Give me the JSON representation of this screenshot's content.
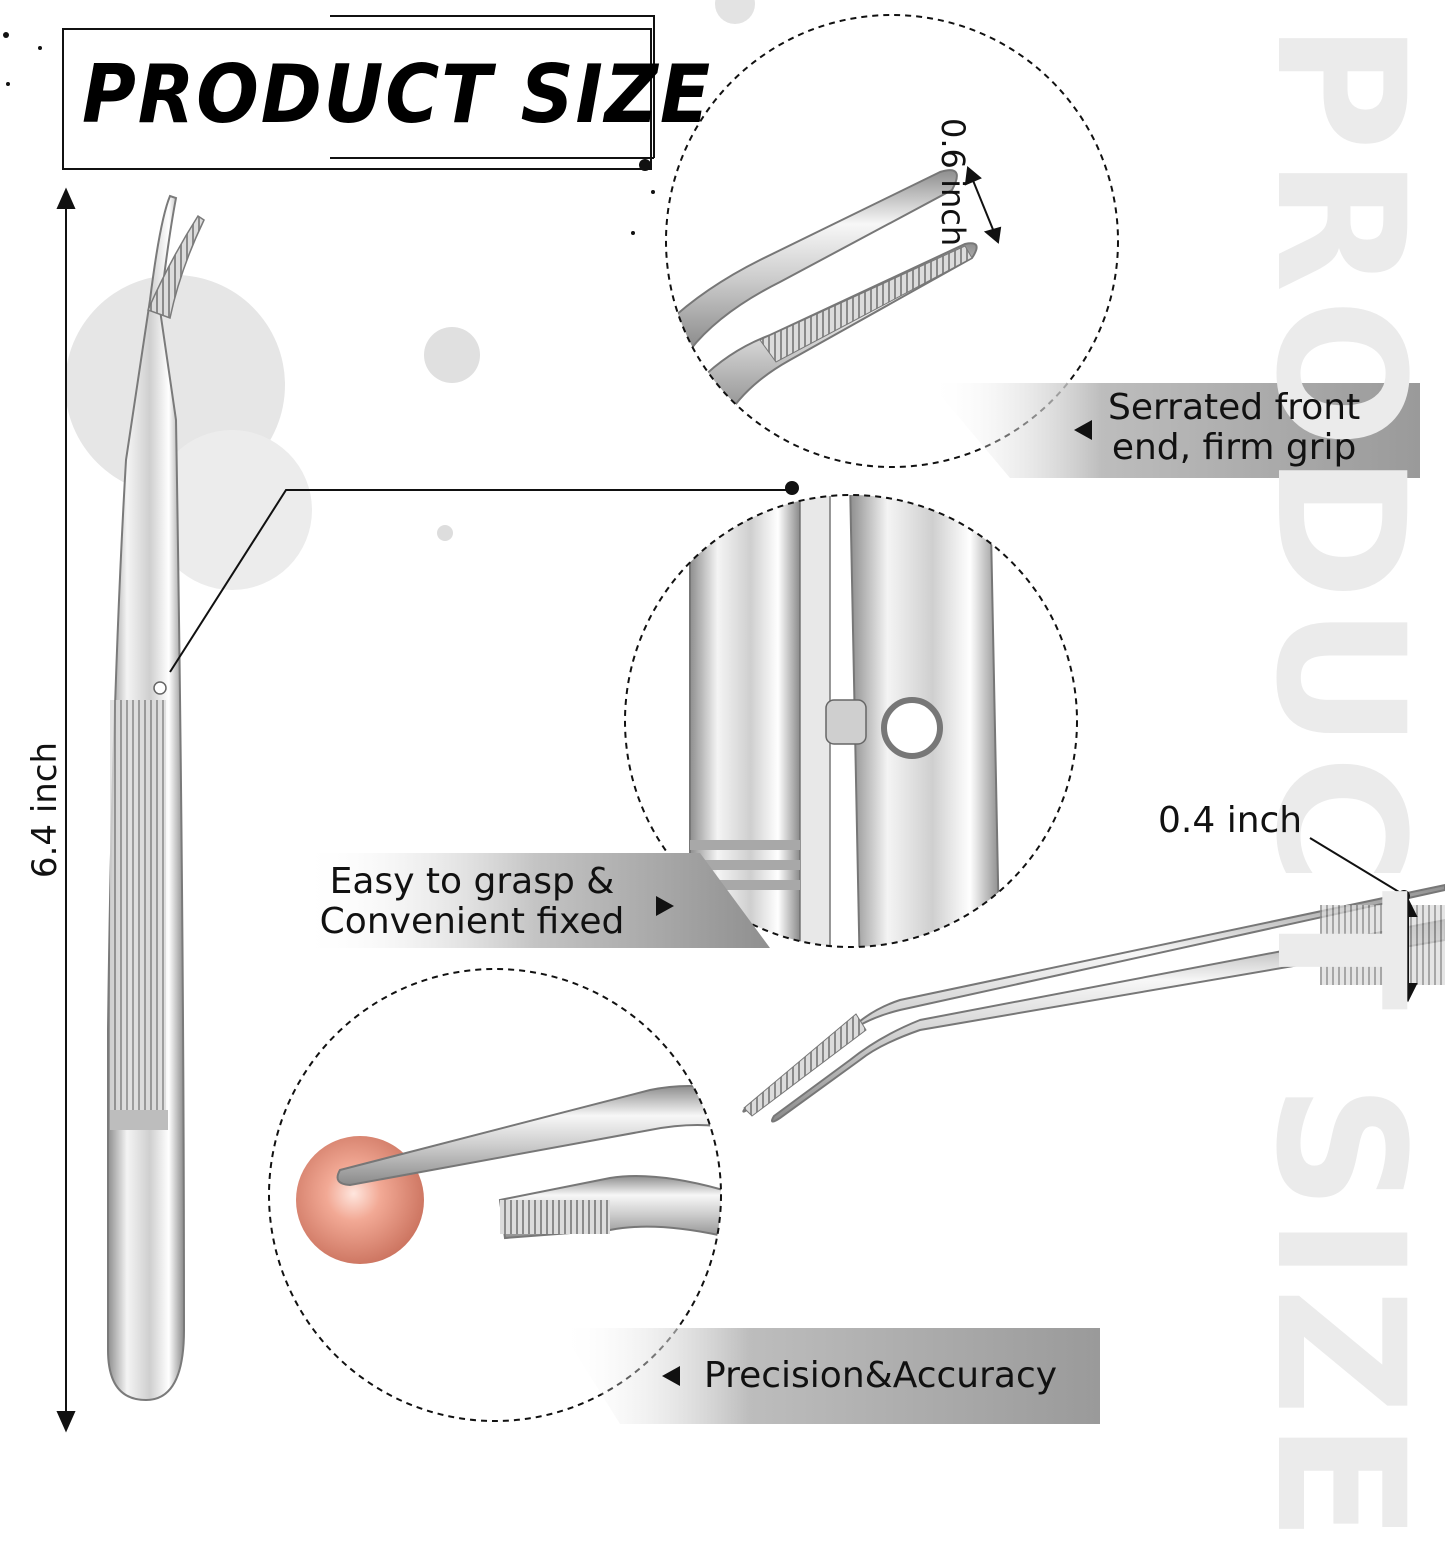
{
  "title": "PRODUCT SIZE",
  "watermark": "PRODUCT SIZE",
  "dimensions": {
    "total_length": "6.4 inch",
    "tip_width": "0.6 inch",
    "handle_width": "0.4 inch"
  },
  "features": {
    "serrated_line1": "Serrated front",
    "serrated_line2": "end, firm grip",
    "grasp_line1": "Easy to grasp &",
    "grasp_line2": "Convenient fixed",
    "precision": "Precision&Accuracy"
  },
  "colors": {
    "steel_light": "#f2f2f2",
    "steel_dark": "#9a9a9a",
    "bead": "#e8907a",
    "banner_grey": "#9c9c9c",
    "text": "#111111"
  },
  "icons": [
    "arrow-left-icon",
    "arrow-right-icon",
    "double-arrow-icon"
  ]
}
